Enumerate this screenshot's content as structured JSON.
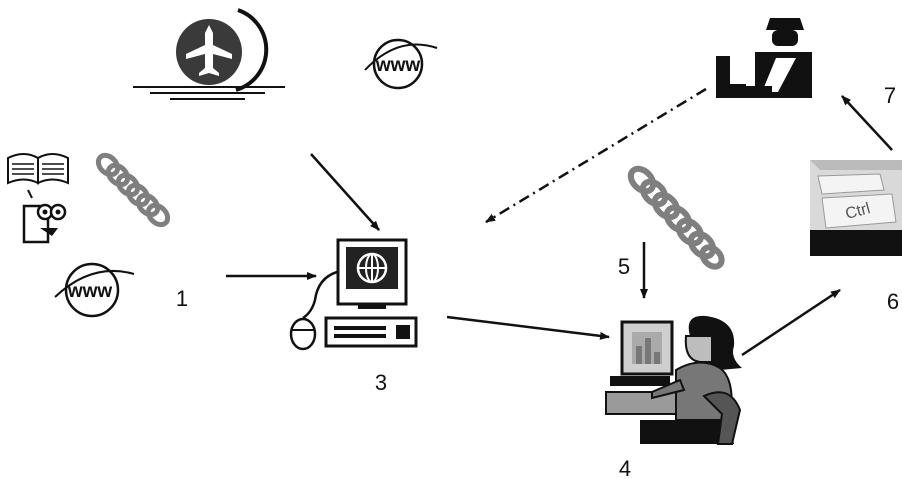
{
  "step_labels": {
    "s1": "1",
    "s3": "3",
    "s4": "4",
    "s5": "5",
    "s6": "6",
    "s7": "7"
  },
  "icons": {
    "web_text": "www",
    "keyboard_key_text": "Ctrl",
    "airplane": "airplane-globe-icon",
    "web_globe": "www-globe-icon",
    "chain": "chain-link-icon",
    "book_reader": "book-reader-icon",
    "computer": "computer-workstation-icon",
    "person_at_computer": "person-at-computer-icon",
    "keyboard": "keyboard-ctrl-icon",
    "officer": "customs-officer-icon"
  },
  "colors": {
    "ink": "#111111",
    "chain": "#7f7f7f",
    "screen": "#222222",
    "keyboard": "#d9d9d9"
  }
}
